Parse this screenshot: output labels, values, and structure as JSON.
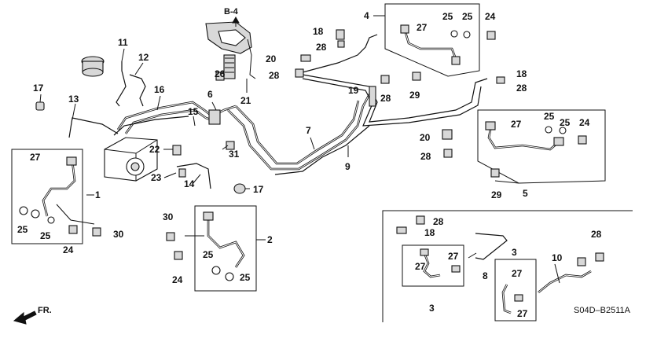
{
  "diagram_code": "S04D–B2511A",
  "section_ref": "B-4",
  "direction_label": "FR.",
  "callouts": [
    "1",
    "2",
    "3",
    "3",
    "4",
    "5",
    "6",
    "7",
    "8",
    "9",
    "10",
    "11",
    "12",
    "13",
    "14",
    "15",
    "16",
    "17",
    "17",
    "18",
    "18",
    "18",
    "19",
    "20",
    "20",
    "21",
    "22",
    "23",
    "24",
    "24",
    "24",
    "24",
    "25",
    "25",
    "25",
    "25",
    "25",
    "25",
    "25",
    "25",
    "26",
    "27",
    "27",
    "27",
    "27",
    "27",
    "27",
    "27",
    "28",
    "28",
    "28",
    "28",
    "28",
    "28",
    "28",
    "29",
    "29",
    "30",
    "30",
    "31"
  ]
}
